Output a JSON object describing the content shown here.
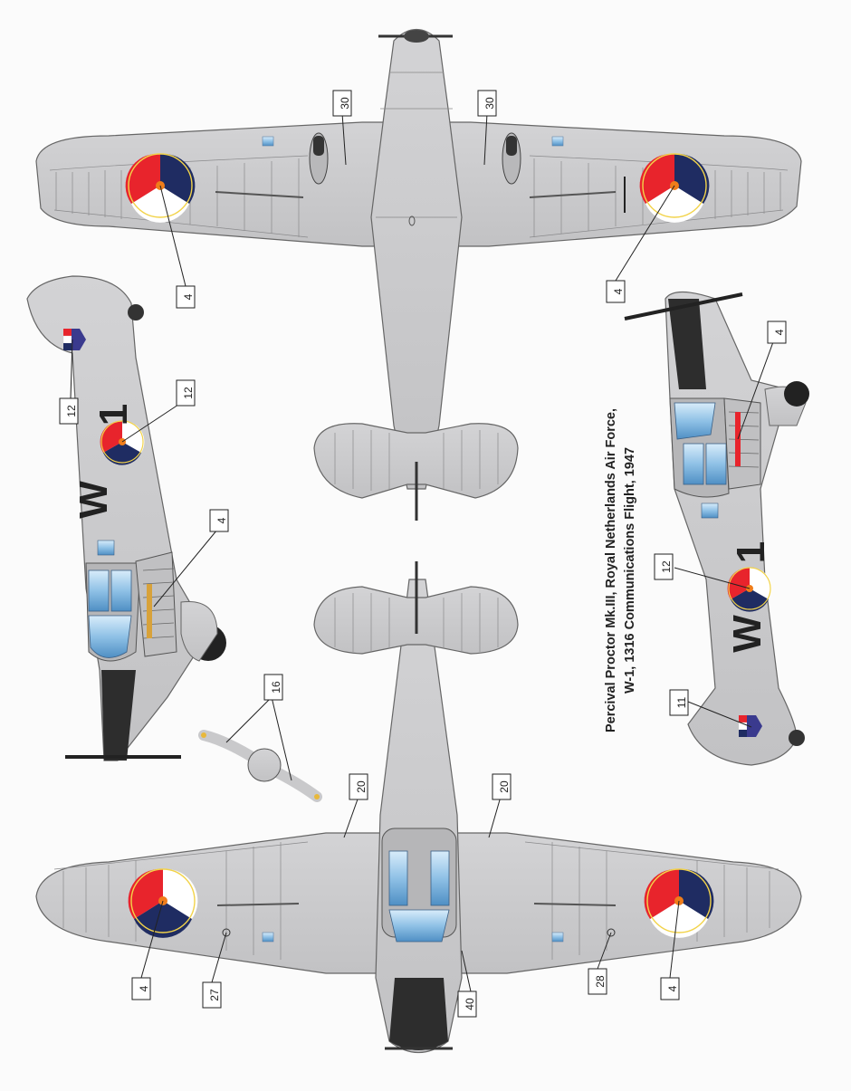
{
  "caption": {
    "line1": "Percival Proctor Mk.III, Royal Netherlands Air Force,",
    "line2": "W-1, 1316 Communications Flight, 1947"
  },
  "callouts": {
    "c_top_left_4": "4",
    "c_top_right_4": "4",
    "c_top_left_30": "30",
    "c_top_right_30": "30",
    "c_side_left_12a": "12",
    "c_side_left_12b": "12",
    "c_side_left_4": "4",
    "c_prop_16": "16",
    "c_side_right_4": "4",
    "c_side_right_12": "12",
    "c_side_right_11": "11",
    "c_bottom_20_left": "20",
    "c_bottom_20_right": "20",
    "c_bottom_4_left": "4",
    "c_bottom_4_right": "4",
    "c_bottom_27": "27",
    "c_bottom_28": "28",
    "c_bottom_40": "40"
  },
  "codes": {
    "left_side": "W",
    "left_side_num": "1",
    "right_side": "W",
    "right_side_num": "1"
  },
  "colors": {
    "airframe": "#c9c9cb",
    "panel_line": "#8a8a8c",
    "roundel_red": "#e8242c",
    "roundel_blue": "#1f2c62",
    "roundel_white": "#ffffff",
    "roundel_center": "#f07d1a",
    "glass": "#7fb2dc",
    "anti_glare": "#2d2d2d"
  }
}
